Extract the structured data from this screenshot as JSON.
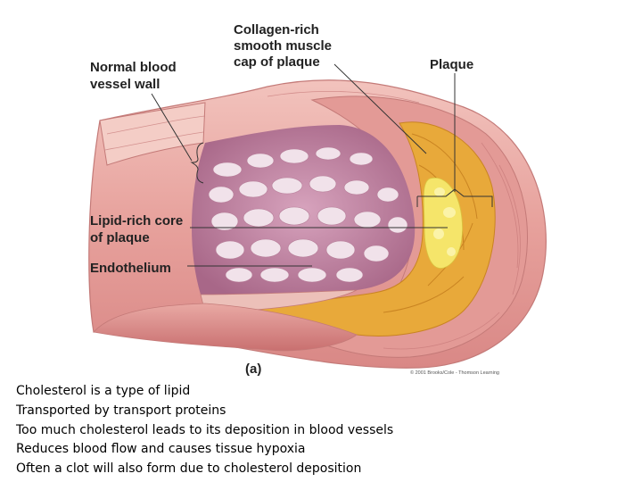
{
  "colors": {
    "wall_outer": "#e8a7a2",
    "wall_band": "#d98a86",
    "lumen": "#c58aa8",
    "cell": "#f1e2ea",
    "plaque": "#e8a93a",
    "plaque_core": "#f5e56a",
    "leader": "#333333"
  },
  "labels": {
    "collagen": [
      "Collagen-rich",
      "smooth muscle",
      "cap of plaque"
    ],
    "plaque": "Plaque",
    "normal_wall": [
      "Normal blood",
      "vessel wall"
    ],
    "lipid_core": [
      "Lipid-rich core",
      "of plaque"
    ],
    "endothelium": "Endothelium",
    "panel": "(a)",
    "copyright": "© 2001 Brooks/Cole - Thomson Learning"
  },
  "bullets": [
    "Cholesterol is a type of lipid",
    "Transported by transport proteins",
    "Too much cholesterol leads to its deposition in blood vessels",
    "Reduces blood flow and causes tissue hypoxia",
    "Often a clot will also form due to cholesterol deposition"
  ]
}
